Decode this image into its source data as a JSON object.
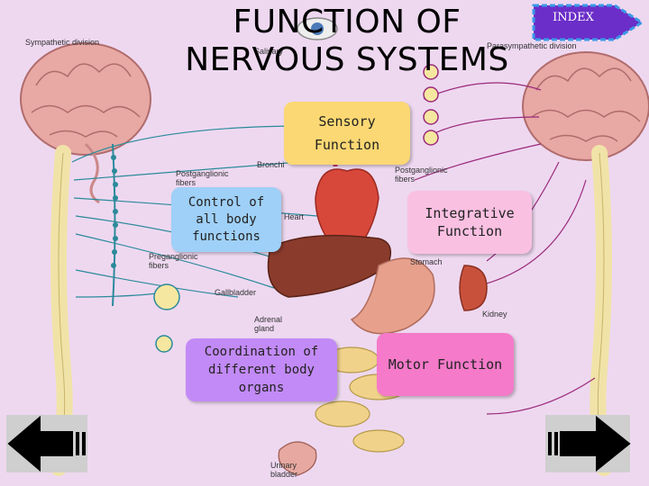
{
  "title": {
    "line1": "FUNCTION OF",
    "line2": "NERVOUS SYSTEMS"
  },
  "index_button": {
    "label": "INDEX"
  },
  "background_labels": {
    "sympathetic": "Sympathetic division",
    "parasympathetic": "Parasympathetic division",
    "salivary": "Salivary",
    "bronchi": "Bronchi",
    "postganglionic_left": "Postganglionic fibers",
    "postganglionic_right": "Postganglionic fibers",
    "heart": "Heart",
    "preganglionic": "Preganglionic fibers",
    "gallbladder": "Gallbladder",
    "adrenal": "Adrenal gland",
    "stomach": "Stomach",
    "kidney": "Kidney",
    "urinary": "Urinary bladder"
  },
  "boxes": {
    "sensory": {
      "line1": "Sensory",
      "line2": "Function"
    },
    "control": {
      "line1": "Control of",
      "line2": "all body",
      "line3": "functions"
    },
    "integrative": {
      "line1": "Integrative",
      "line2": "Function"
    },
    "coordination": {
      "line1": "Coordination of",
      "line2": "different body",
      "line3": "organs"
    },
    "motor": {
      "label": "Motor Function"
    }
  },
  "colors": {
    "background": "#eed8f0",
    "sensory_box": "#fbd873",
    "control_box": "#9fd0f7",
    "integrative_box": "#fac0e2",
    "coordination_box": "#c28af6",
    "motor_box": "#f57ac9",
    "index_button": "#6b2ec8",
    "nav_arrow": "#000000"
  },
  "icons": {
    "back": "arrow-left-icon",
    "forward": "arrow-right-icon"
  }
}
